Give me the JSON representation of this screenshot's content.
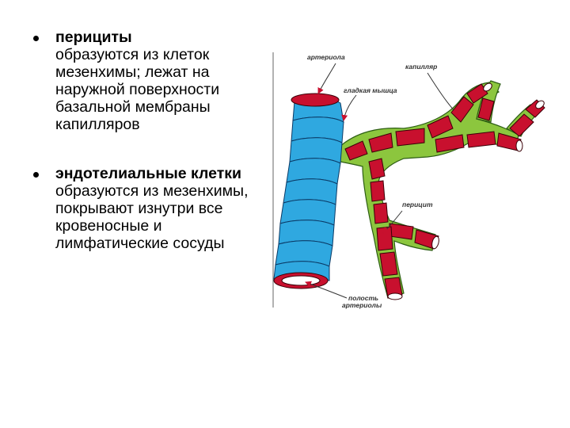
{
  "bullets": [
    {
      "term": "перициты",
      "text": "образуются из клеток мезенхимы; лежат на наружной поверхности базальной мембраны капилляров"
    },
    {
      "term": "эндотелиальные клетки",
      "text": "образуются из мезенхимы, покрывают изнутри все кровеносные и лимфатические сосуды"
    }
  ],
  "figure": {
    "labels": {
      "arteriole": "артериола",
      "smooth_muscle": "гладкая мышца",
      "capillary": "капилляр",
      "pericyte": "перицит",
      "lumen_line1": "полость",
      "lumen_line2": "артериолы"
    },
    "colors": {
      "vessel_red": "#c8102e",
      "muscle_blue": "#2fa8e0",
      "pericyte_green": "#8cc63e"
    }
  }
}
